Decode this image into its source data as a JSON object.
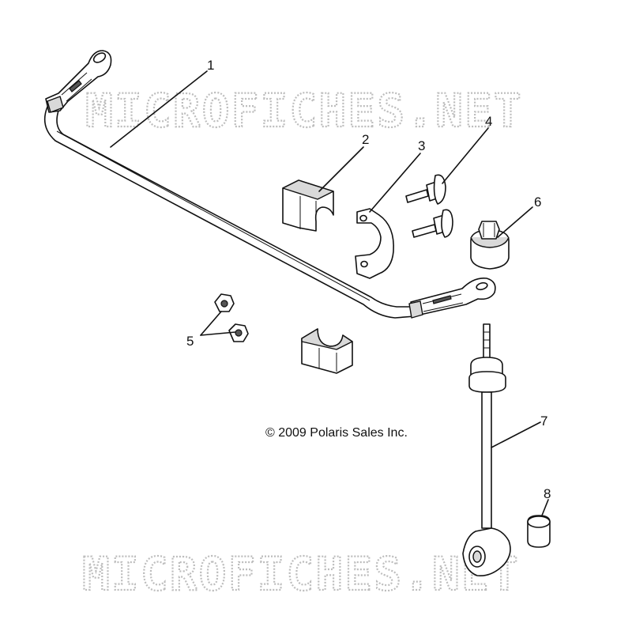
{
  "watermark": {
    "text": "MICROFICHES.NET"
  },
  "copyright": "© 2009 Polaris Sales Inc.",
  "callouts": [
    {
      "id": "1",
      "label": "1"
    },
    {
      "id": "2",
      "label": "2"
    },
    {
      "id": "3",
      "label": "3"
    },
    {
      "id": "4",
      "label": "4"
    },
    {
      "id": "5",
      "label": "5"
    },
    {
      "id": "6",
      "label": "6"
    },
    {
      "id": "7",
      "label": "7"
    },
    {
      "id": "8",
      "label": "8"
    }
  ]
}
